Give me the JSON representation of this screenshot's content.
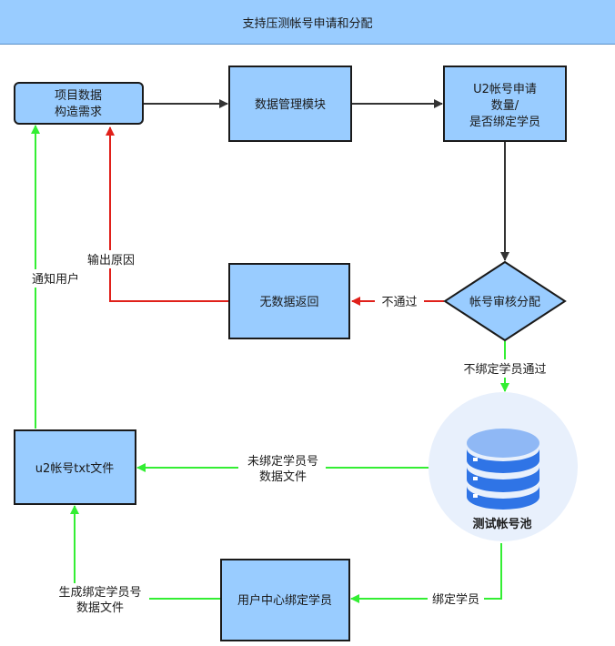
{
  "header": {
    "title": "支持压测帐号申请和分配"
  },
  "nodes": {
    "project_data": [
      "项目数据",
      "构造需求"
    ],
    "data_module": [
      "数据管理模块"
    ],
    "u2_apply": [
      "U2帐号申请",
      "数量/",
      "是否绑定学员"
    ],
    "review": [
      "帐号审核分配"
    ],
    "no_data": [
      "无数据返回"
    ],
    "u2_file": [
      "u2帐号txt文件"
    ],
    "user_center": [
      "用户中心绑定学员"
    ],
    "pool": [
      "测试帐号池"
    ]
  },
  "labels": {
    "output_reason": [
      "输出原因"
    ],
    "notify_user": [
      "通知用户"
    ],
    "not_pass": [
      "不通过"
    ],
    "unbound_pass": [
      "不绑定学员通过"
    ],
    "unbound_file": [
      "未绑定学员号",
      "数据文件"
    ],
    "bind_student": [
      "绑定学员"
    ],
    "gen_bound_file": [
      "生成绑定学员号",
      "数据文件"
    ]
  },
  "colors": {
    "header_bg": "#99ccff",
    "node_fill": "#99ccff",
    "node_stroke": "#1a1a1a",
    "black_arrow": "#333333",
    "red_arrow": "#e0201a",
    "green_arrow": "#33ee33",
    "pool_bg": "#e8f0fc",
    "db_light": "#8fb8f5",
    "db_dark": "#2f74e6"
  },
  "icons": {
    "pool_icon": "database-icon"
  }
}
